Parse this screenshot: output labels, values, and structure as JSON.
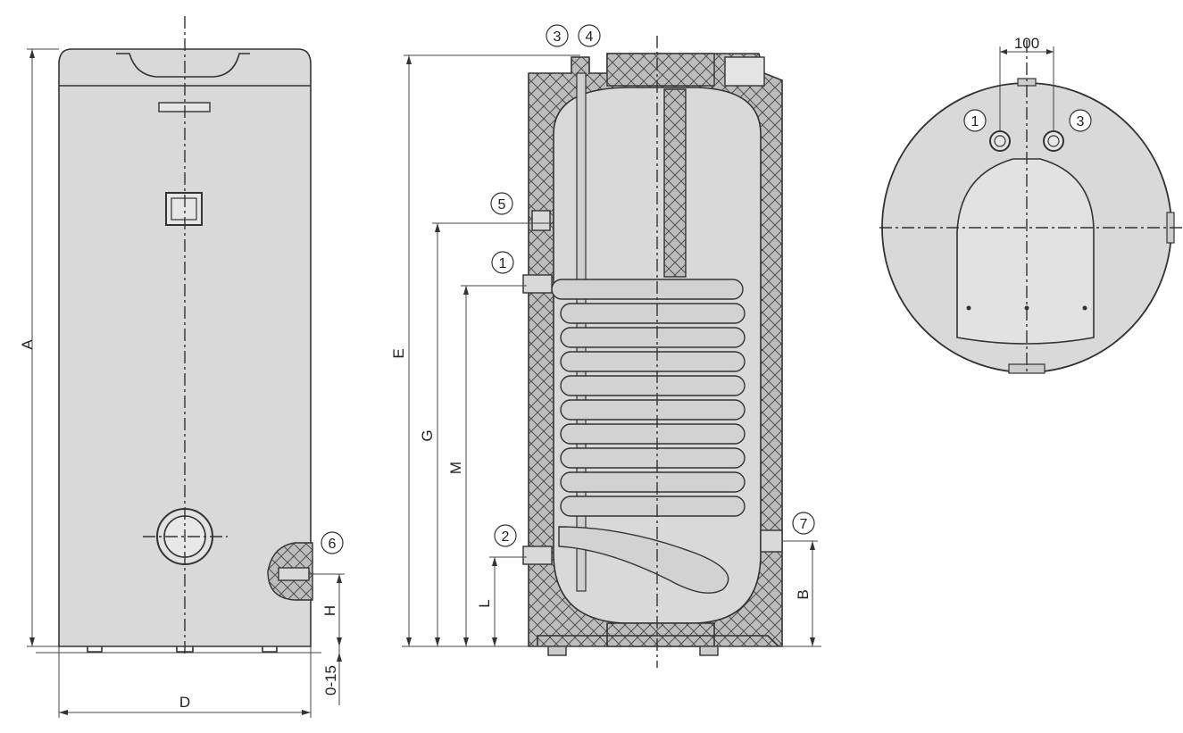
{
  "dimensions": {
    "A": "A",
    "D": "D",
    "H": "H",
    "tolerance": "0-15",
    "E": "E",
    "G": "G",
    "M": "M",
    "L": "L",
    "B": "B",
    "spacing": "100"
  },
  "connections": {
    "c1": "1",
    "c2": "2",
    "c3": "3",
    "c4": "4",
    "c5": "5",
    "c6": "6",
    "c7": "7"
  },
  "colors": {
    "line": "#333333",
    "fill": "#d9d9d9",
    "background": "#ffffff"
  }
}
